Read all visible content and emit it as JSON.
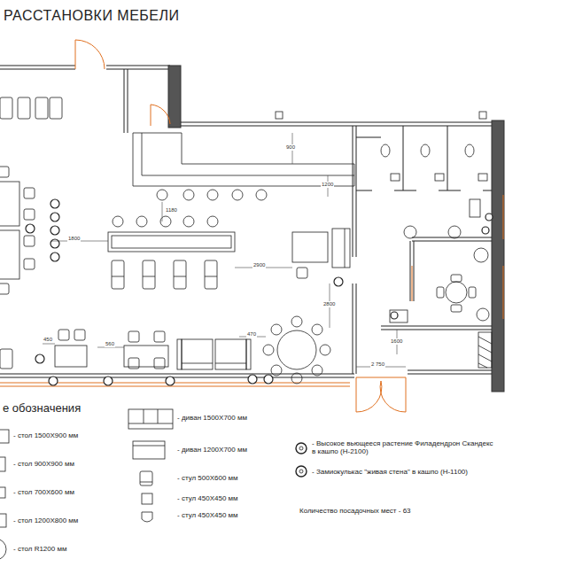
{
  "diagram": {
    "title": "РАССТАНОВКИ МЕБЕЛИ",
    "labels": [
      "е обозначения",
      "Количество посадочных мест - 63",
      "1800",
      "2900",
      "1200",
      "1180",
      "900",
      "2800",
      "1600",
      "2 750",
      "470",
      "450",
      "560"
    ],
    "legend": [
      {
        "text": "- стол 1500Х900 мм"
      },
      {
        "text": "- стол 900Х900 мм"
      },
      {
        "text": "- стол 700Х600 мм"
      },
      {
        "text": "- стол 1200Х800 мм"
      },
      {
        "text": "- стол R1200 мм"
      },
      {
        "text": "- диван 1500Х700 мм"
      },
      {
        "text": "- диван 1200Х700 мм"
      },
      {
        "text": "- стул 500Х600 мм"
      },
      {
        "text": "- стул 450Х450 мм"
      },
      {
        "text": "- стул 450Х450 мм"
      },
      {
        "text": "- Высокое вьющееся растение Филадендрон Скандекс в кашпо (H-2100)"
      },
      {
        "text": "- Замиокулькас \"живая стена\" в кашпо (H-1100)"
      }
    ]
  }
}
